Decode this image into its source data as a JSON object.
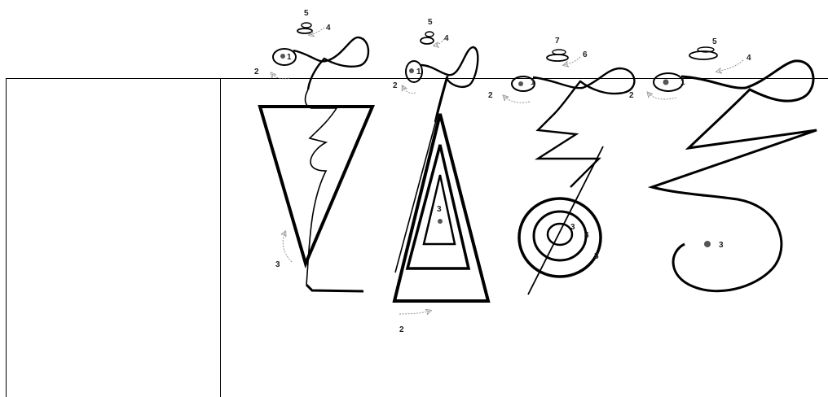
{
  "figure": {
    "glyphs": [
      {
        "id": "glyph-1",
        "labels": {
          "n1": "1",
          "n2": "2",
          "n3": "3",
          "n4": "4",
          "n5": "5"
        }
      },
      {
        "id": "glyph-2",
        "labels": {
          "n1": "1",
          "n2": "2",
          "n2b": "2",
          "n3": "3",
          "n4": "4",
          "n5": "5"
        }
      },
      {
        "id": "glyph-3",
        "labels": {
          "n1": "1",
          "n2": "2",
          "n2b": "2",
          "n3": "3",
          "n4": "4",
          "n5": "5",
          "n6": "6",
          "n7": "7"
        }
      },
      {
        "id": "glyph-4",
        "labels": {
          "n1": "1",
          "n3": "3",
          "n4": "4",
          "n5": "5"
        }
      }
    ]
  },
  "colors": {
    "ink": "#000000",
    "arrow": "#888888",
    "dot": "#555555"
  }
}
